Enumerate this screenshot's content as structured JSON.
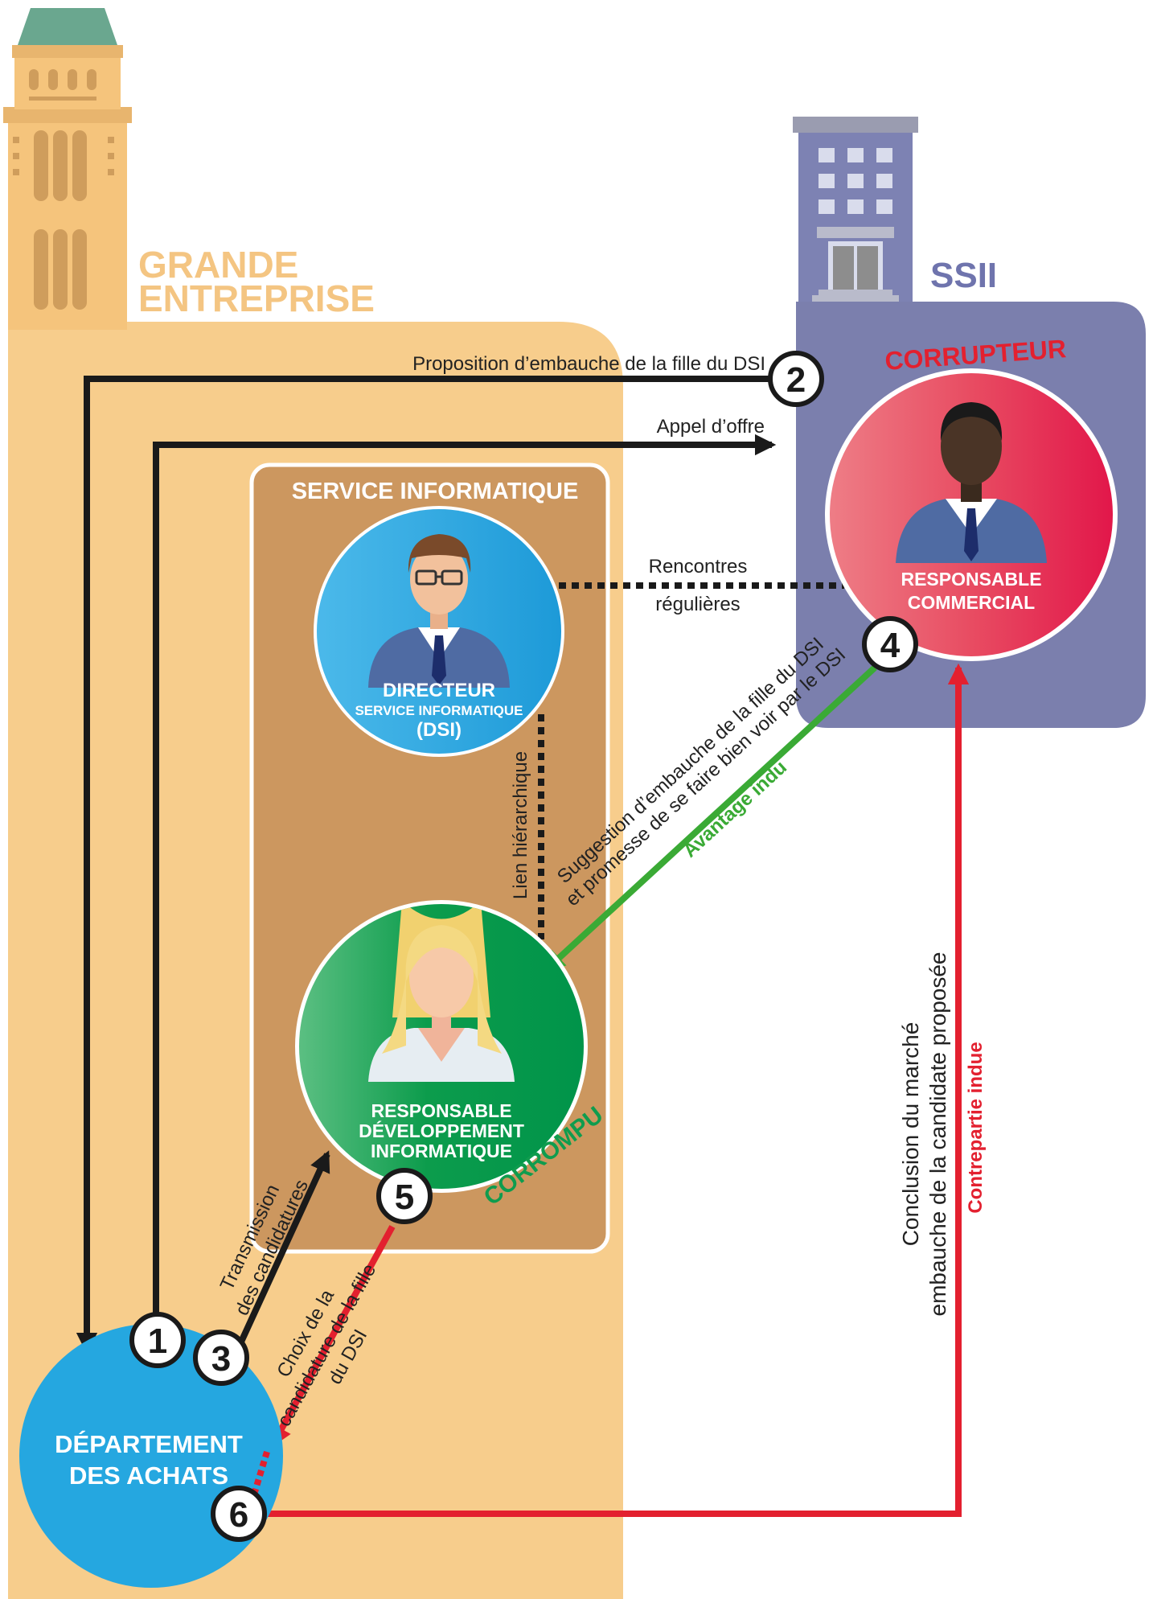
{
  "company": {
    "line1": "GRANDE",
    "line2": "ENTREPRISE"
  },
  "ssii": {
    "label": "SSII"
  },
  "service": {
    "title": "SERVICE INFORMATIQUE"
  },
  "dsi": {
    "line1": "DIRECTEUR",
    "line2": "SERVICE INFORMATIQUE",
    "line3": "(DSI)"
  },
  "resp_dev": {
    "line1": "RESPONSABLE",
    "line2": "DÉVELOPPEMENT",
    "line3": "INFORMATIQUE",
    "tag": "CORROMPU"
  },
  "resp_com": {
    "line1": "RESPONSABLE",
    "line2": "COMMERCIAL",
    "tag": "CORRUPTEUR"
  },
  "achats": {
    "line1": "DÉPARTEMENT",
    "line2": "DES ACHATS"
  },
  "steps": {
    "s1": "1",
    "s2": "2",
    "s3": "3",
    "s4": "4",
    "s5": "5",
    "s6": "6"
  },
  "arrows": {
    "proposition": "Proposition d’embauche de la fille du DSI",
    "appel": "Appel d’offre",
    "rencontres1": "Rencontres",
    "rencontres2": "régulières",
    "lien": "Lien hiérarchique",
    "suggestion1": "Suggestion d’embauche de la fille du DSI",
    "suggestion2": "et promesse de se faire bien voir par le DSI",
    "avantage": "Avantage indu",
    "transmission1": "Transmission",
    "transmission2": "des candidatures",
    "choix1": "Choix de la",
    "choix2": "candidature de la fille",
    "choix3": "du DSI",
    "conclusion1": "Conclusion du marché",
    "conclusion2": "embauche de la candidate proposée",
    "contrepartie": "Contrepartie indue"
  },
  "colors": {
    "company_bg": "#f7cd8c",
    "tower": "#f5c47c",
    "tower_detail": "#cf9d5c",
    "roof": "#6aa78f",
    "service_bg": "#cc975f",
    "ssii_bg": "#7b7fad",
    "ssii_building": "#7d82b3",
    "blue_circle": "#25a7e0",
    "green_circle": "#0f9c4e",
    "red_circle": "#e6334f",
    "arrow_black": "#1a1a1a",
    "arrow_green": "#3aaa35",
    "arrow_red": "#e3202f"
  }
}
